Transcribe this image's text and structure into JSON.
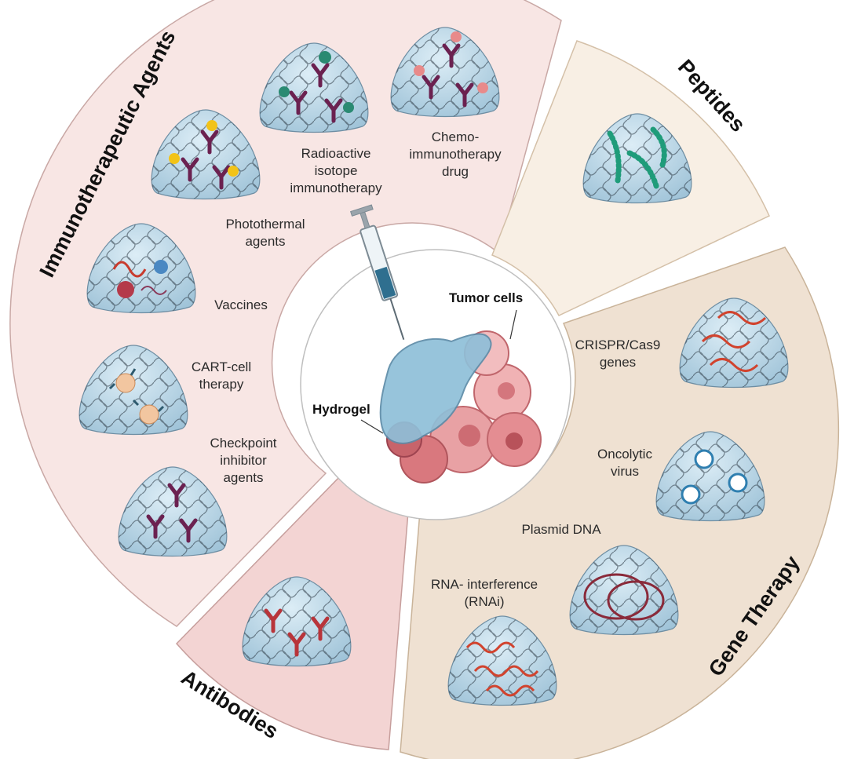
{
  "sections": {
    "immuno": {
      "title": "Immunotherapeutic Agents",
      "color": "#f8e6e4"
    },
    "peptides": {
      "title": "Peptides",
      "color": "#f8efe4"
    },
    "gene": {
      "title": "Gene Therapy",
      "color": "#efe1d2"
    },
    "antibodies": {
      "title": "Antibodies",
      "color": "#f3d4d3"
    }
  },
  "center": {
    "tumor_label": "Tumor cells",
    "hydrogel_label": "Hydrogel"
  },
  "items": {
    "photothermal": [
      "Photothermal",
      "agents"
    ],
    "radioactive": [
      "Radioactive",
      "isotope",
      "immunotherapy"
    ],
    "chemo": [
      "Chemo-",
      "immunotherapy",
      "drug"
    ],
    "vaccines": [
      "Vaccines"
    ],
    "cart": [
      "CART-cell",
      "therapy"
    ],
    "checkpoint": [
      "Checkpoint",
      "inhibitor",
      "agents"
    ],
    "crispr": [
      "CRISPR/Cas9",
      "genes"
    ],
    "oncolytic": [
      "Oncolytic",
      "virus"
    ],
    "plasmid": [
      "Plasmid DNA"
    ],
    "rnai": [
      "RNA- interference",
      "(RNAi)"
    ]
  }
}
